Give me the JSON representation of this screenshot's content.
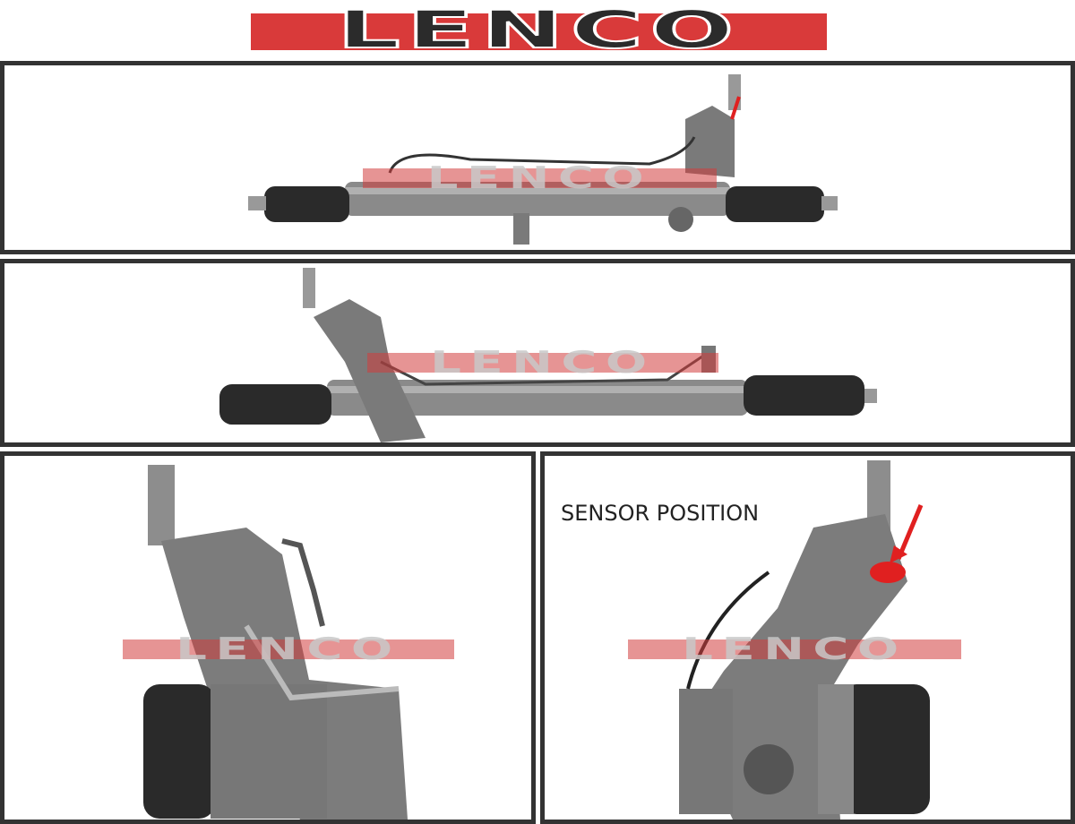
{
  "logo": {
    "text": "LENCO",
    "brand_color": "#d93a3a"
  },
  "watermark": {
    "text": "LENCO"
  },
  "panels": [
    {
      "view": "steering-rack-front"
    },
    {
      "view": "steering-rack-rear"
    },
    {
      "view": "pinion-valve-detail"
    },
    {
      "view": "sensor-detail",
      "caption": "SENSOR POSITION"
    }
  ]
}
